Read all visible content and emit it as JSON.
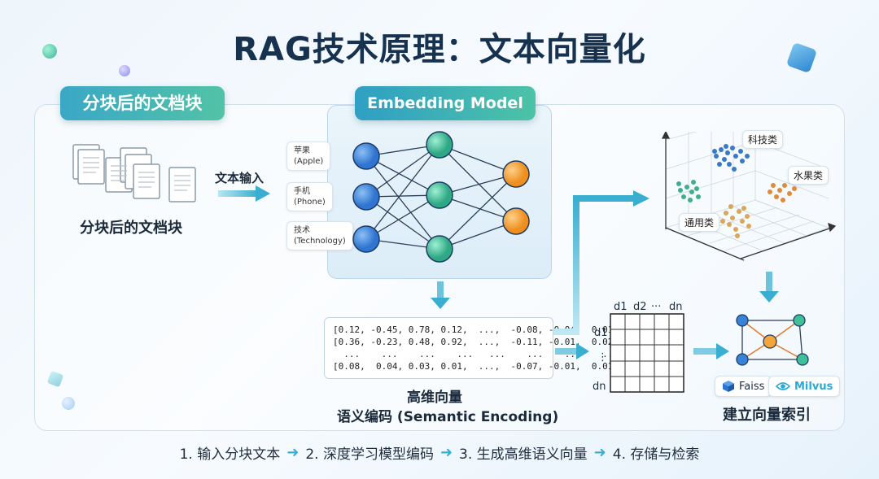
{
  "title": "RAG技术原理：文本向量化",
  "left_section": {
    "pill_label": "分块后的文档块",
    "caption": "分块后的文档块",
    "arrow_label": "文本输入"
  },
  "model": {
    "pill_label": "Embedding Model",
    "inputs": [
      {
        "zh": "苹果",
        "en": "(Apple)"
      },
      {
        "zh": "手机",
        "en": "(Phone)"
      },
      {
        "zh": "技术",
        "en": "(Technology)"
      }
    ]
  },
  "vectors": {
    "rows": [
      "[0.12, -0.45, 0.78, 0.12,  ...,  -0.08, -0.04,  0.01],",
      "[0.36, -0.23, 0.48, 0.92,  ...,  -0.11, -0.01,  0.02],",
      "  ...    ...    ...    ...   ...    ...    ...    ...",
      "[0.08,  0.04, 0.03, 0.01,  ...,  -0.07, -0.01,  0.01]"
    ],
    "caption_line1": "高维向量",
    "caption_line2": "语义编码 (Semantic Encoding)"
  },
  "dims": {
    "col_labels": [
      "d1",
      "d2",
      "···",
      "dn"
    ],
    "row_labels": [
      "d1",
      "⋮",
      "dn"
    ]
  },
  "scatter": {
    "clusters": [
      {
        "label": "科技类",
        "color": "#3a78c9"
      },
      {
        "label": "水果类",
        "color": "#e08a3c"
      },
      {
        "label": "通用类",
        "color": "#3fae8c"
      },
      {
        "label": "",
        "color": "#d9a65a"
      }
    ]
  },
  "index": {
    "caption": "建立向量索引",
    "logos": [
      {
        "name": "Faiss",
        "icon": "faiss-cube-icon"
      },
      {
        "name": "Milvus",
        "icon": "milvus-eye-icon"
      }
    ]
  },
  "steps": [
    "1. 输入分块文本",
    "2. 深度学习模型编码",
    "3. 生成高维语义向量",
    "4. 存储与检索"
  ],
  "colors": {
    "accent": "#3aaed0",
    "green": "#4cc3a7",
    "node_blue": "#3a82d8",
    "node_green": "#3fbf9a",
    "node_orange": "#f5a53b"
  }
}
